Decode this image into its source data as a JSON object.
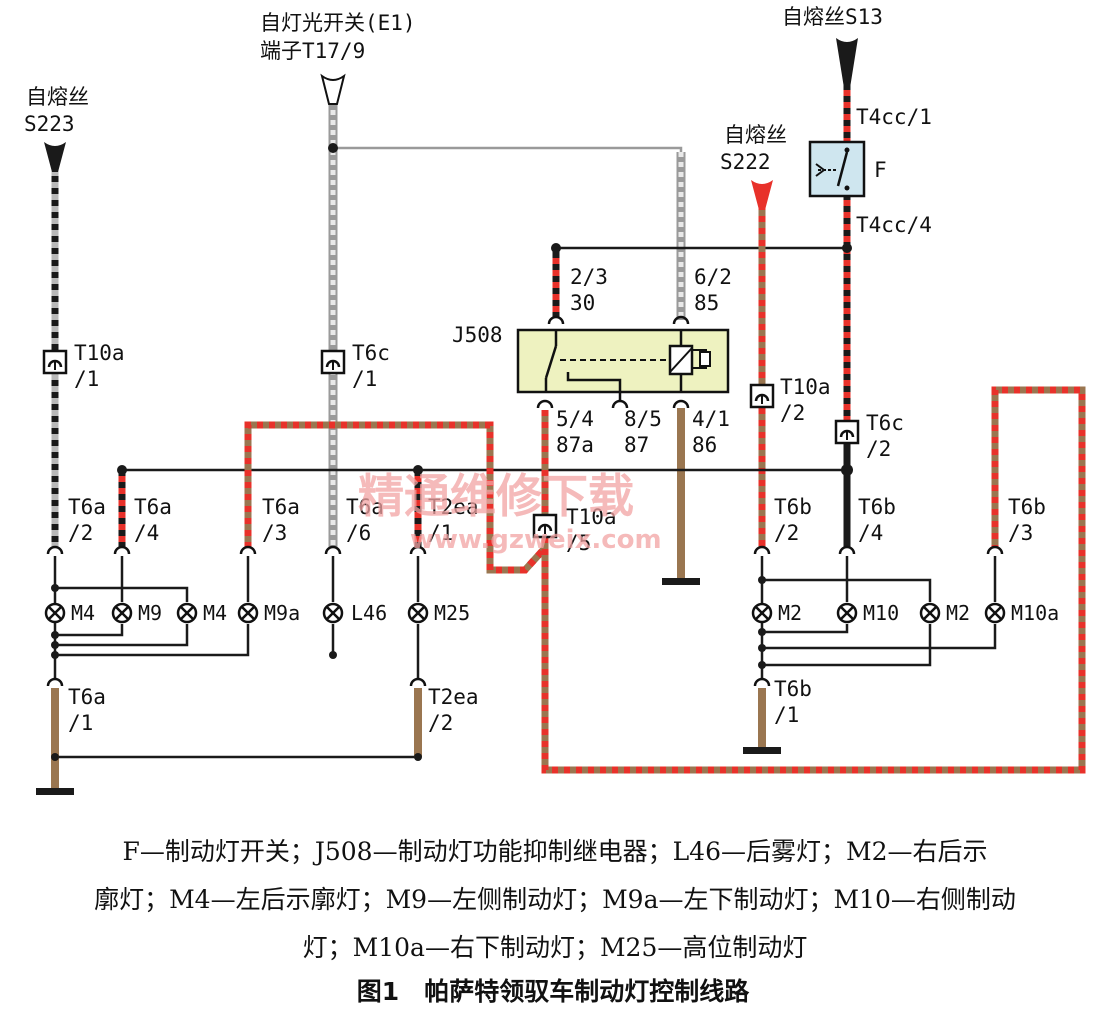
{
  "sources": {
    "s223": [
      "自熔丝",
      "S223"
    ],
    "e1": [
      "自灯光开关(E1)",
      "端子T17/9"
    ],
    "s222": [
      "自熔丝",
      "S222"
    ],
    "s13": "自熔丝S13"
  },
  "connectors": {
    "t10a_1": [
      "T10a",
      "/1"
    ],
    "t6c_1": [
      "T6c",
      "/1"
    ],
    "t10a_2": [
      "T10a",
      "/2"
    ],
    "t6c_2": [
      "T6c",
      "/2"
    ],
    "t10a_5": [
      "T10a",
      "/5"
    ],
    "t4cc_1": "T4cc/1",
    "t4cc_4": "T4cc/4",
    "t6a_2": [
      "T6a",
      "/2"
    ],
    "t6a_4": [
      "T6a",
      "/4"
    ],
    "t6a_3": [
      "T6a",
      "/3"
    ],
    "t6a_6": [
      "T6a",
      "/6"
    ],
    "t2ea_1": [
      "T2ea",
      "/1"
    ],
    "t6b_2": [
      "T6b",
      "/2"
    ],
    "t6b_4": [
      "T6b",
      "/4"
    ],
    "t6b_3": [
      "T6b",
      "/3"
    ],
    "t6a_1": [
      "T6a",
      "/1"
    ],
    "t2ea_2": [
      "T2ea",
      "/2"
    ],
    "t6b_1": [
      "T6b",
      "/1"
    ]
  },
  "relay": {
    "name": "J508",
    "pin_30": [
      "2/3",
      "30"
    ],
    "pin_85": [
      "6/2",
      "85"
    ],
    "pin_87a": [
      "5/4",
      "87a"
    ],
    "pin_87": [
      "8/5",
      "87"
    ],
    "pin_86": [
      "4/1",
      "86"
    ]
  },
  "switch_label": "F",
  "lamps": [
    "M4",
    "M9",
    "M4",
    "M9a",
    "L46",
    "M25",
    "M2",
    "M10",
    "M2",
    "M10a"
  ],
  "watermark": {
    "main": "精通维修下载",
    "url": "www.gzweix.com"
  },
  "legend_lines": [
    "F—制动灯开关；J508—制动灯功能抑制继电器；L46—后雾灯；M2—右后示",
    "廓灯；M4—左后示廓灯；M9—左侧制动灯；M9a—左下制动灯；M10—右侧制动",
    "灯；M10a—右下制动灯；M25—高位制动灯"
  ],
  "figure_title": "图1　帕萨特领驭车制动灯控制线路",
  "colors": {
    "red": "#e8312a",
    "brown": "#9a7650",
    "black": "#1a1a1a",
    "grey": "#b9b9b9",
    "relay_fill": "#eef2c0",
    "switch_fill": "#cfe6ef"
  }
}
